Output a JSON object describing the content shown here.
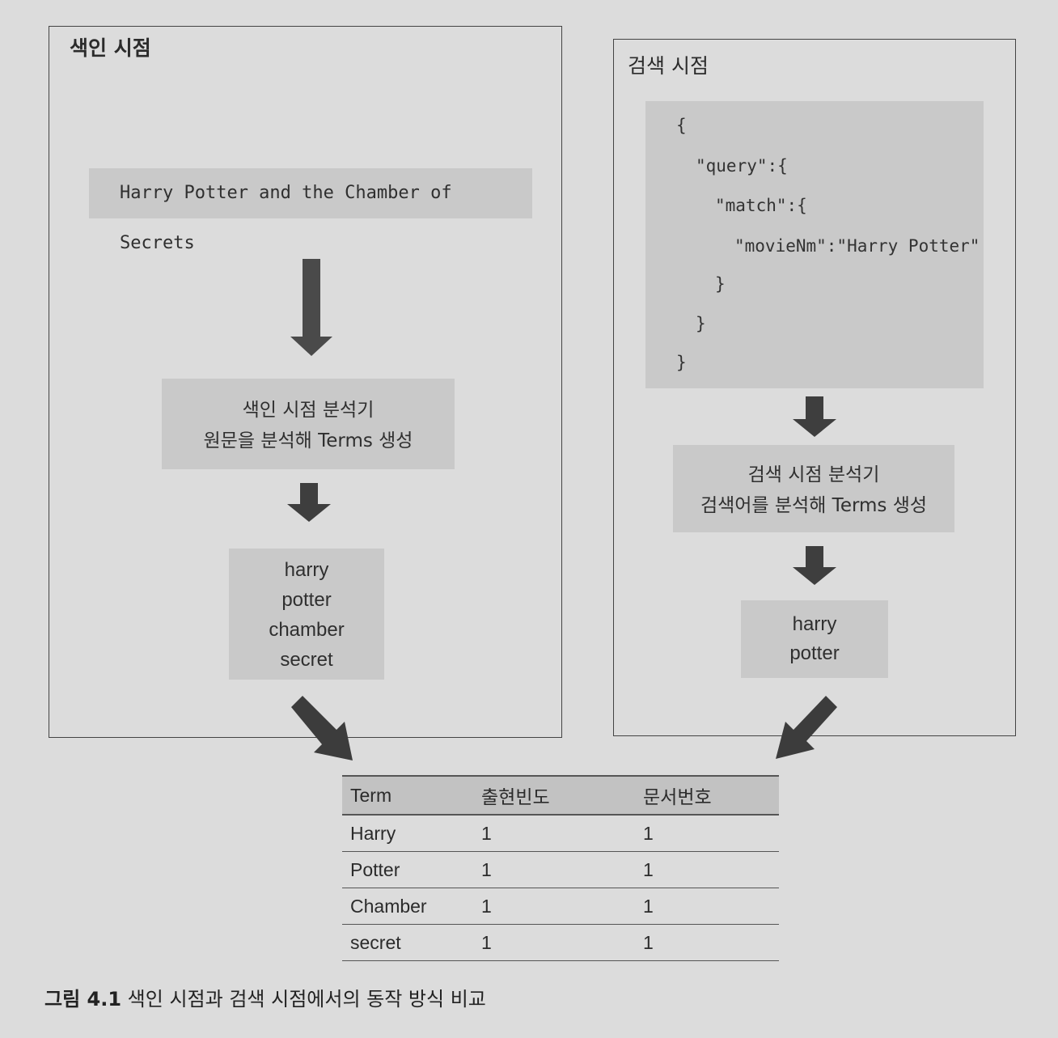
{
  "index_panel": {
    "title": "색인 시점",
    "source_text": "Harry Potter and the Chamber of Secrets",
    "analyzer_title": "색인 시점 분석기",
    "analyzer_desc": "원문을 분석해 Terms 생성",
    "terms": [
      "harry",
      "potter",
      "chamber",
      "secret"
    ]
  },
  "search_panel": {
    "title": "검색 시점",
    "query_lines": [
      "{",
      "\"query\":{",
      "\"match\":{",
      "\"movieNm\":\"Harry Potter\"",
      "}",
      "}",
      "}"
    ],
    "analyzer_title": "검색 시점 분석기",
    "analyzer_desc": "검색어를 분석해 Terms 생성",
    "terms": [
      "harry",
      "potter"
    ]
  },
  "term_table": {
    "headers": [
      "Term",
      "출현빈도",
      "문서번호"
    ],
    "rows": [
      [
        "Harry",
        "1",
        "1"
      ],
      [
        "Potter",
        "1",
        "1"
      ],
      [
        "Chamber",
        "1",
        "1"
      ],
      [
        "secret",
        "1",
        "1"
      ]
    ]
  },
  "caption": {
    "label": "그림 4.1",
    "text": "색인 시점과 검색 시점에서의 동작 방식 비교"
  },
  "colors": {
    "background": "#dcdcdc",
    "box": "#c9c9c9",
    "arrow": "#4a4a4a",
    "border": "#444444"
  }
}
